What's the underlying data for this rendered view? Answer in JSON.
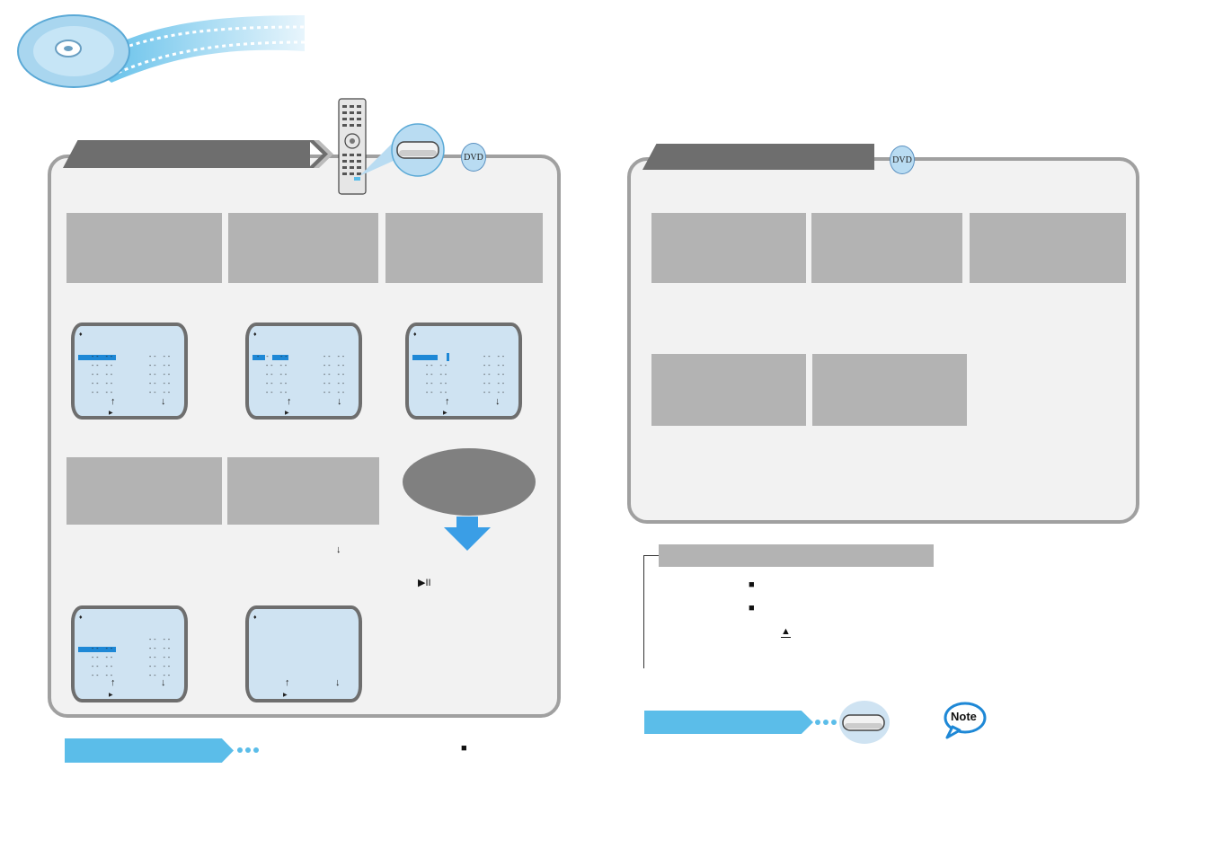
{
  "symbols": {
    "stop": "■",
    "eject": "▲",
    "play_pause": "▶II",
    "arrow_up": "↑",
    "arrow_down": "↓",
    "small_down": "↓",
    "play_small": "▶",
    "diamond": "♦"
  },
  "badges": {
    "left_dvd": "DVD",
    "right_dvd": "DVD",
    "note": "Note"
  },
  "tv_text": {
    "dash_pair": "-- --",
    "dash_pair_narrow": "- -  --"
  },
  "colors": {
    "panel_border": "#a0a0a0",
    "panel_fill": "#f2f2f2",
    "gray_box": "#b3b3b3",
    "header_tab": "#6e6e6e",
    "accent_blue": "#5bbde9",
    "tv_screen": "#cfe3f2",
    "tv_highlight": "#1e88d6",
    "oval": "#808080",
    "arrow_blue": "#3a9ee6"
  },
  "icons": {
    "disc": "disc-film-strip-icon",
    "remote": "remote-control-icon",
    "button": "button-zoom-icon"
  }
}
